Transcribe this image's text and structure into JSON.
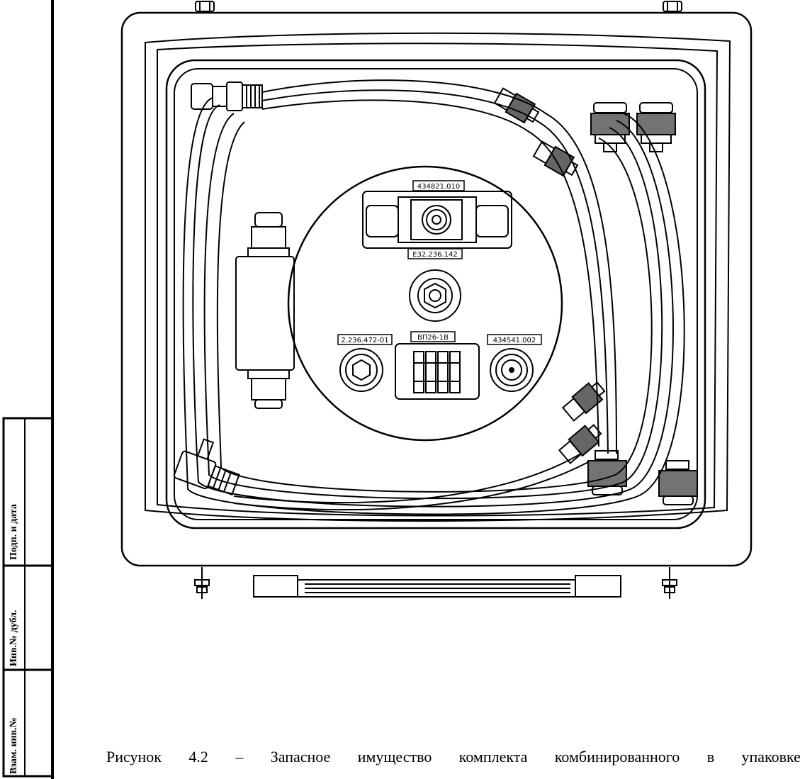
{
  "stamp": {
    "cells": [
      {
        "label": "Подп. и дата"
      },
      {
        "label": "Инв.№ дубл."
      },
      {
        "label": "Взам. инв.№"
      }
    ]
  },
  "labels": {
    "top_tee": "434821.010",
    "tee_bottom": "Е32.236.142",
    "left_connector": "2.236.472-01",
    "center_box": "ВП26-1В",
    "right_connector": "434541.002"
  },
  "caption": {
    "words": [
      "Рисунок",
      "4.2",
      "–",
      "Запасное",
      "имущество",
      "комплекта",
      "комбинированного",
      "в",
      "упаковке"
    ]
  }
}
